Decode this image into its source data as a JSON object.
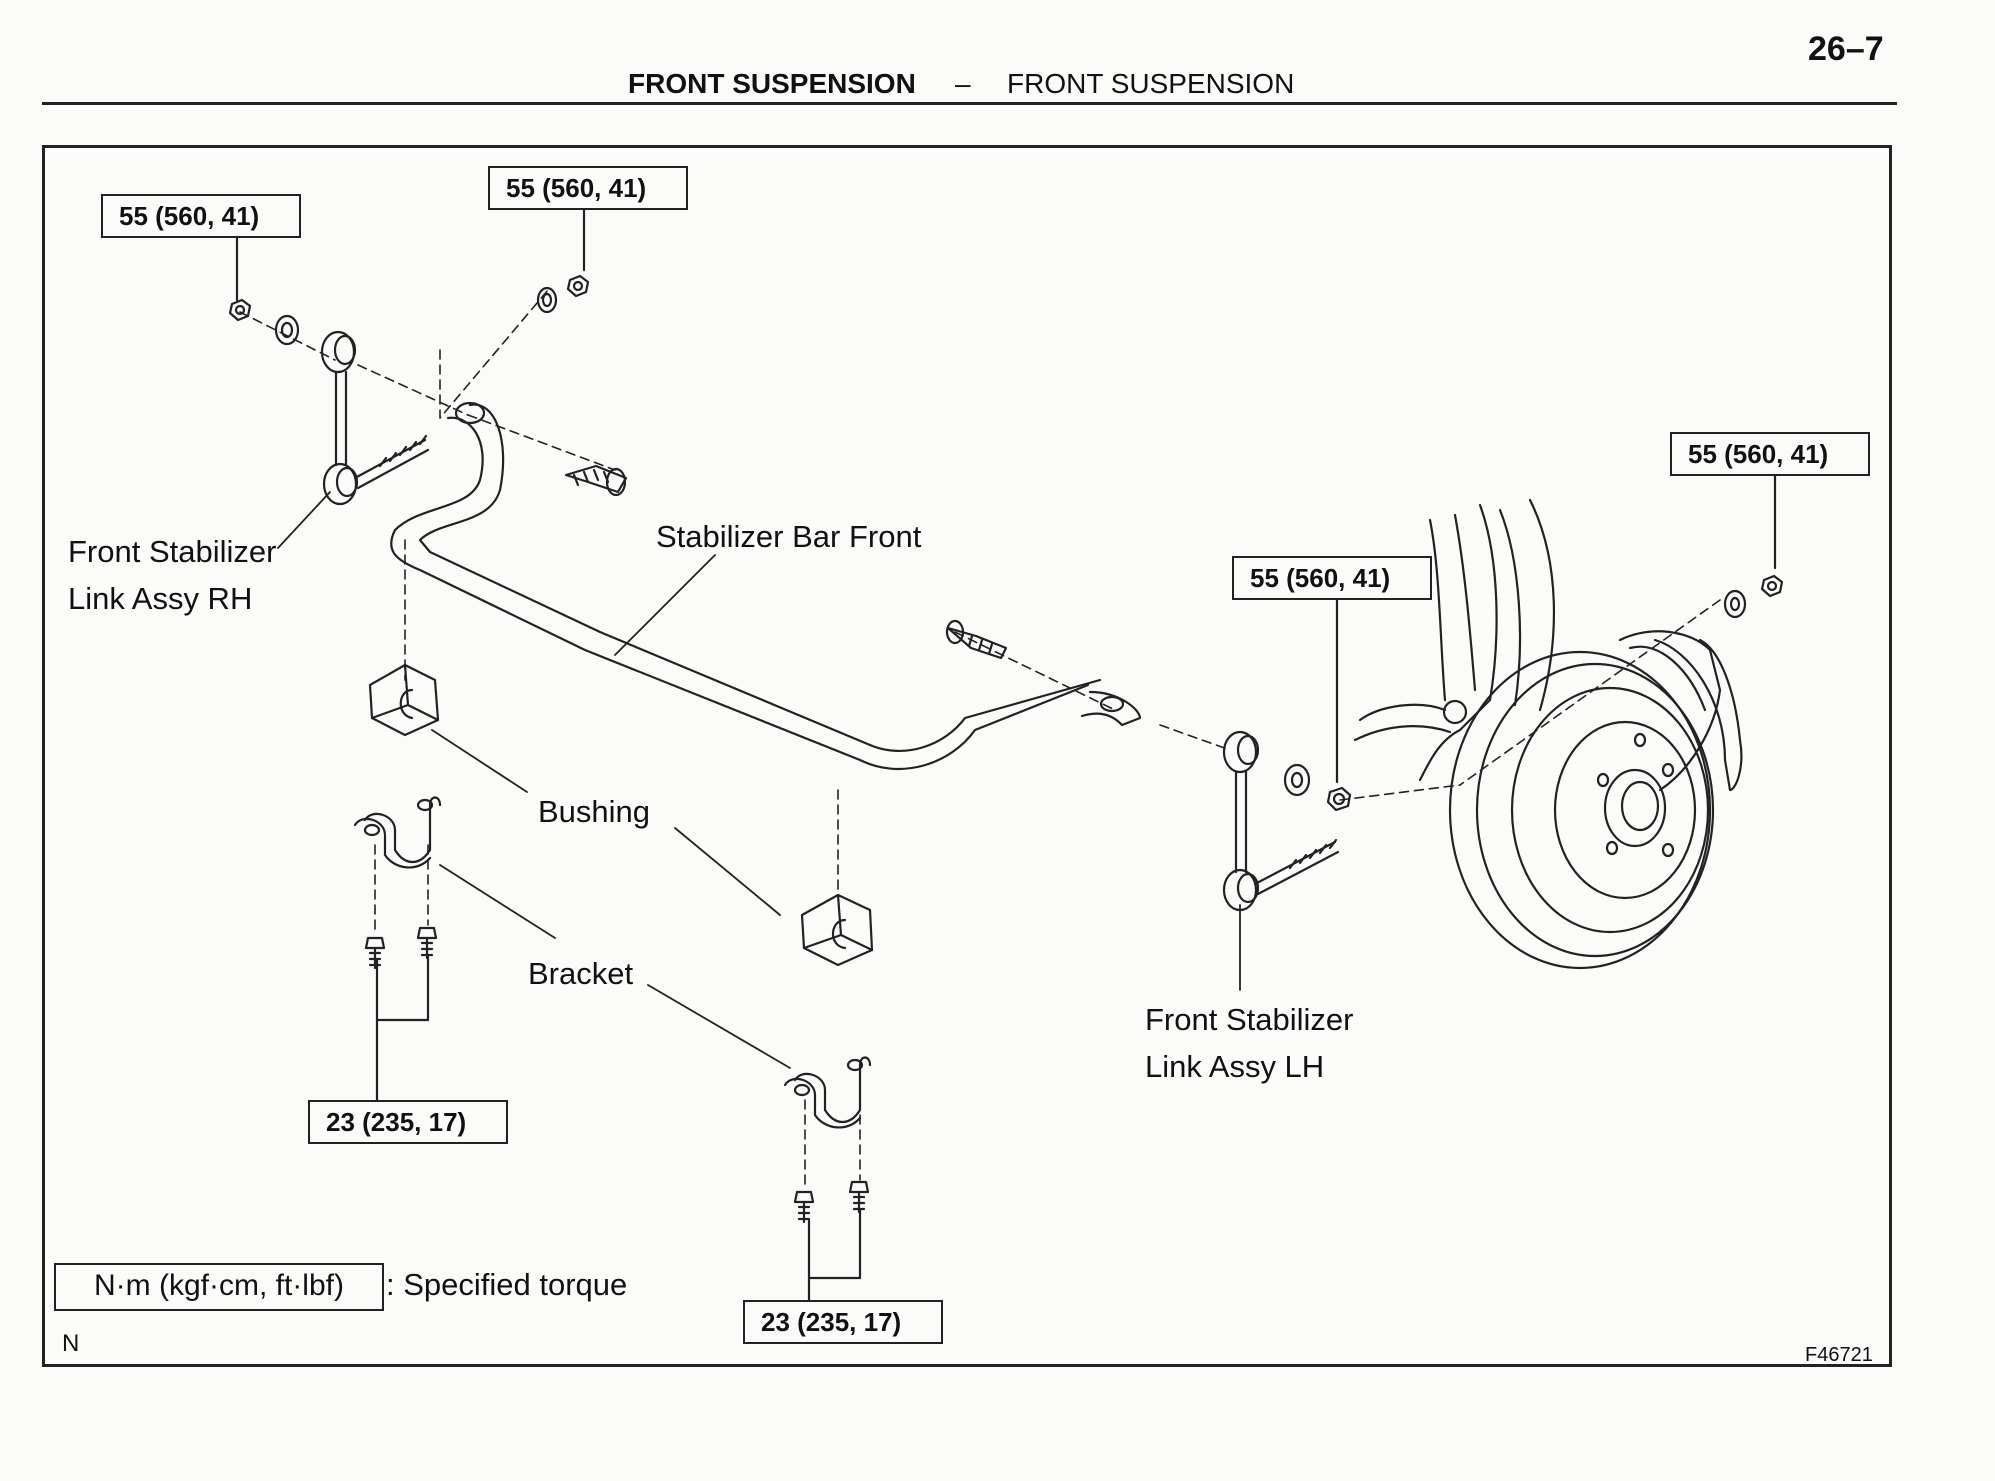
{
  "page": {
    "number": "26–7",
    "header_left": "FRONT SUSPENSION",
    "header_separator": "–",
    "header_right": "FRONT SUSPENSION"
  },
  "torques": {
    "nut_rh_outer": "55 (560, 41)",
    "nut_rh_inner": "55 (560, 41)",
    "nut_lh_inner": "55 (560, 41)",
    "nut_lh_outer": "55 (560, 41)",
    "bracket_bolts_rh": "23 (235, 17)",
    "bracket_bolts_lh": "23 (235, 17)"
  },
  "labels": {
    "link_rh_line1": "Front Stabilizer",
    "link_rh_line2": "Link Assy RH",
    "stabilizer_bar": "Stabilizer Bar Front",
    "bushing": "Bushing",
    "bracket": "Bracket",
    "link_lh_line1": "Front Stabilizer",
    "link_lh_line2": "Link Assy LH"
  },
  "legend": {
    "units": "N·m (kgf·cm, ft·lbf)",
    "text": ": Specified torque"
  },
  "codes": {
    "corner": "N",
    "figure": "F46721"
  },
  "icons": [
    "nut-icon",
    "washer-icon",
    "bolt-icon",
    "stabilizer-link-icon",
    "stabilizer-bar-icon",
    "bushing-icon",
    "bracket-icon",
    "brake-disc-icon",
    "steering-knuckle-icon"
  ]
}
